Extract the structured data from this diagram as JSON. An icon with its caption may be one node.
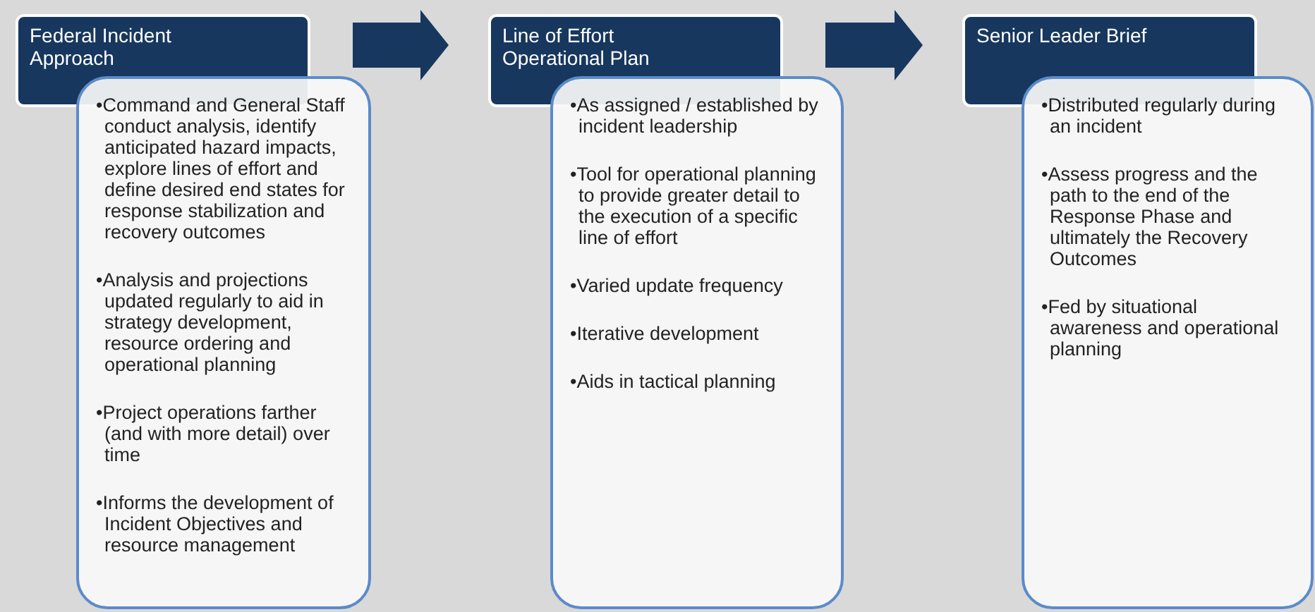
{
  "diagram": {
    "nodes": [
      {
        "text": [
          "Federal Incident Approach"
        ]
      },
      {
        "text": [
          "•Command and General Staff conduct analysis, identify anticipated hazard impacts, explore lines of effort and define desired end states for response stabilization and recovery outcomes",
          "•Analysis and projections updated regularly to aid in strategy development, resource ordering and operational planning",
          "•Project operations farther (and with more detail) over time",
          "•Informs the development of Incident Objectives and resource management"
        ]
      },
      {
        "text": [
          "Line of Effort Operational Plan"
        ]
      },
      {
        "text": [
          "•As assigned / established by incident leadership",
          "•Tool for operational planning to provide greater detail to the execution of a specific line of effort",
          "•Varied update frequency",
          "•Iterative development",
          "•Aids in tactical planning"
        ]
      },
      {
        "text": [
          "Senior Leader Brief"
        ]
      },
      {
        "text": [
          "•Distributed regularly during an incident",
          "•Assess progress and the path to the end of the Response Phase and ultimately the Recovery Outcomes",
          "•Fed by situational awareness and operational planning"
        ]
      }
    ],
    "edges": [
      {
        "from": 0,
        "to": 2,
        "arrow": "to",
        "style": "thick"
      },
      {
        "from": 2,
        "to": 4,
        "arrow": "to",
        "style": "thick"
      }
    ]
  }
}
